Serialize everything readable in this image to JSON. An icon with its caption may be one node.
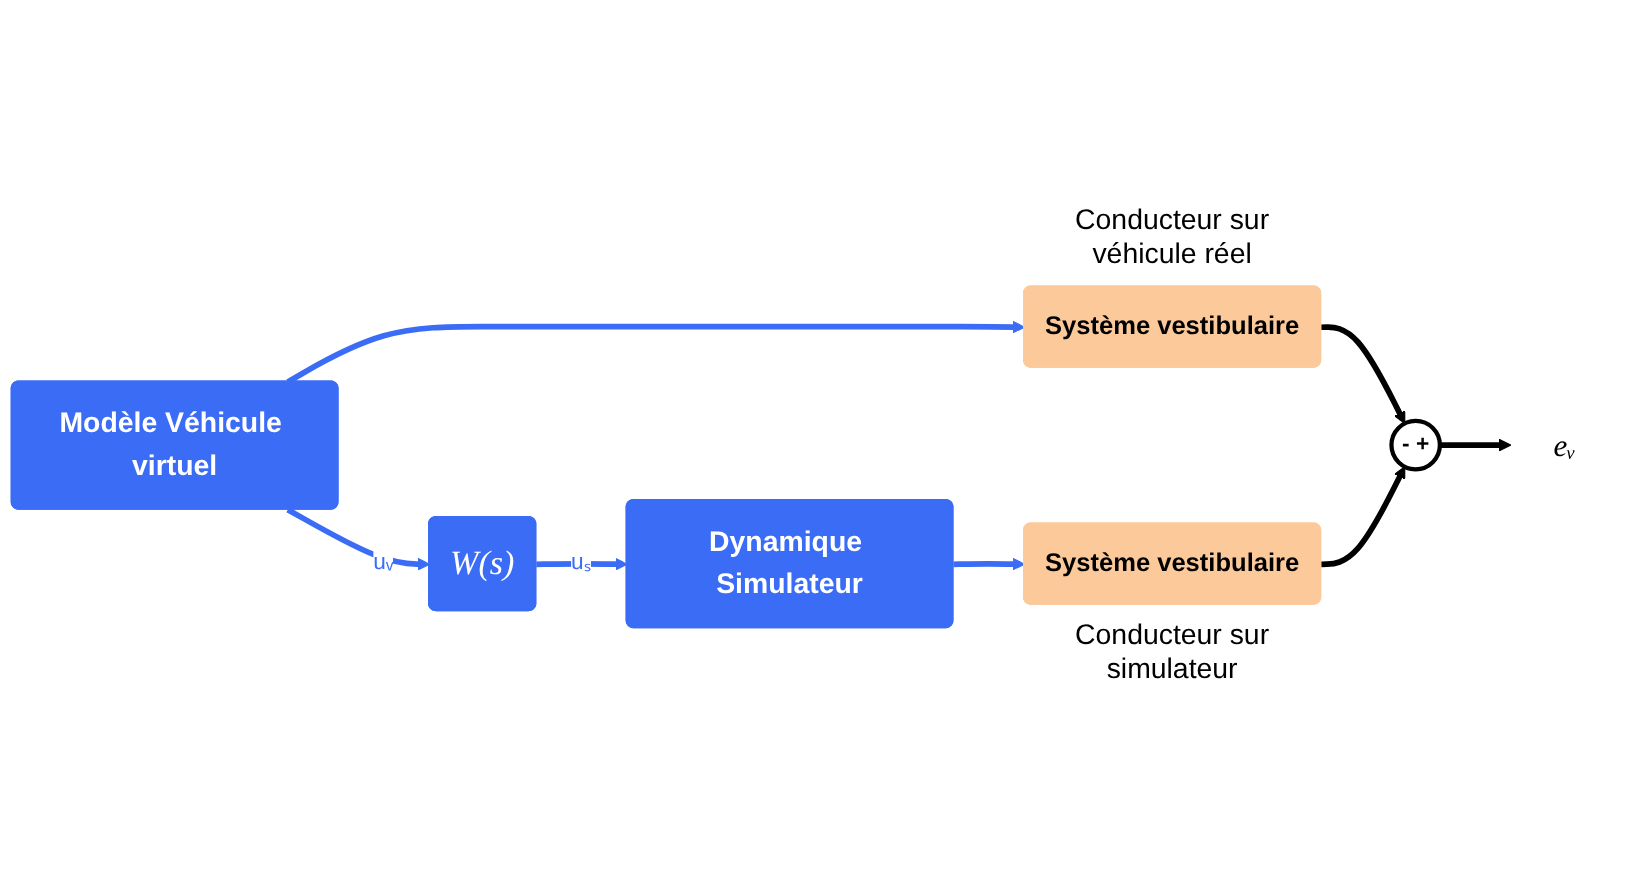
{
  "diagram": {
    "nodes": [
      {
        "text": [
          "Modèle Véhicule virtuel"
        ]
      },
      {
        "text": [
          "W(s)"
        ]
      },
      {
        "text": [
          "Dynamique Simulateur"
        ]
      },
      {
        "text": [
          "Système vestibulaire"
        ],
        "beside": [
          "Conducteur sur véhicule réel"
        ]
      },
      {
        "text": [
          "Système vestibulaire"
        ],
        "beside": [
          "Conducteur sur simulateur"
        ]
      },
      {
        "text": [
          "- +"
        ]
      },
      {
        "text": [
          "eᵥ"
        ]
      }
    ],
    "edges": [
      {
        "from": 0,
        "to": 1,
        "arrow": "to",
        "label": "uᵥ"
      },
      {
        "from": 0,
        "to": 3,
        "arrow": "to"
      },
      {
        "from": 1,
        "to": 2,
        "arrow": "to",
        "label": "uₛ"
      },
      {
        "from": 2,
        "to": 4,
        "arrow": "to"
      },
      {
        "from": 3,
        "to": 5,
        "arrow": "to",
        "color": "#000000"
      },
      {
        "from": 4,
        "to": 5,
        "arrow": "to",
        "color": "#000000"
      },
      {
        "from": 5,
        "to": 6,
        "arrow": "to",
        "color": "#000000"
      }
    ]
  }
}
